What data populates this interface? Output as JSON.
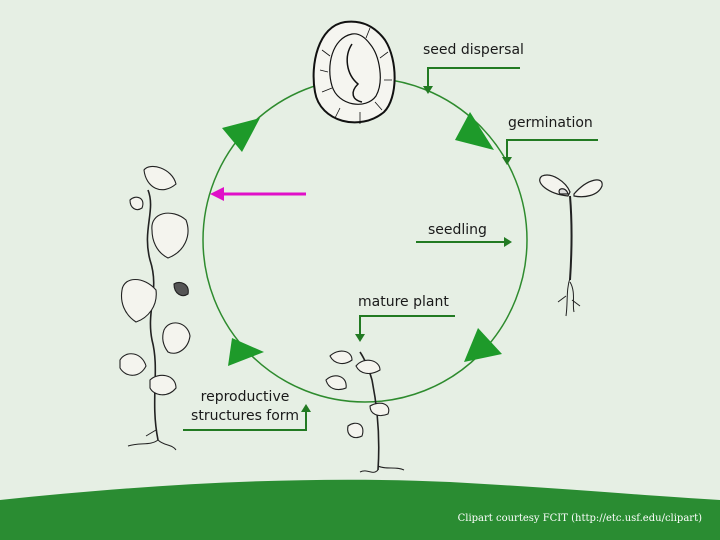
{
  "diagram": {
    "labels": {
      "seed_dispersal": "seed dispersal",
      "germination": "germination",
      "seedling": "seedling",
      "mature_plant": "mature plant",
      "reproductive_line1": "reproductive",
      "reproductive_line2": "structures form"
    },
    "credit": "Clipart courtesy FCIT (http://etc.usf.edu/clipart)"
  },
  "colors": {
    "background": "#e6efe4",
    "cycle_line": "#2e8b2e",
    "arrow_fill": "#1e9a2a",
    "connector": "#227a22",
    "highlight_arrow": "#e010c8",
    "footer_band": "#2a8c32"
  },
  "icons": [
    "seed-icon",
    "seedling-icon",
    "mature-plant-icon",
    "flowering-vine-icon"
  ]
}
